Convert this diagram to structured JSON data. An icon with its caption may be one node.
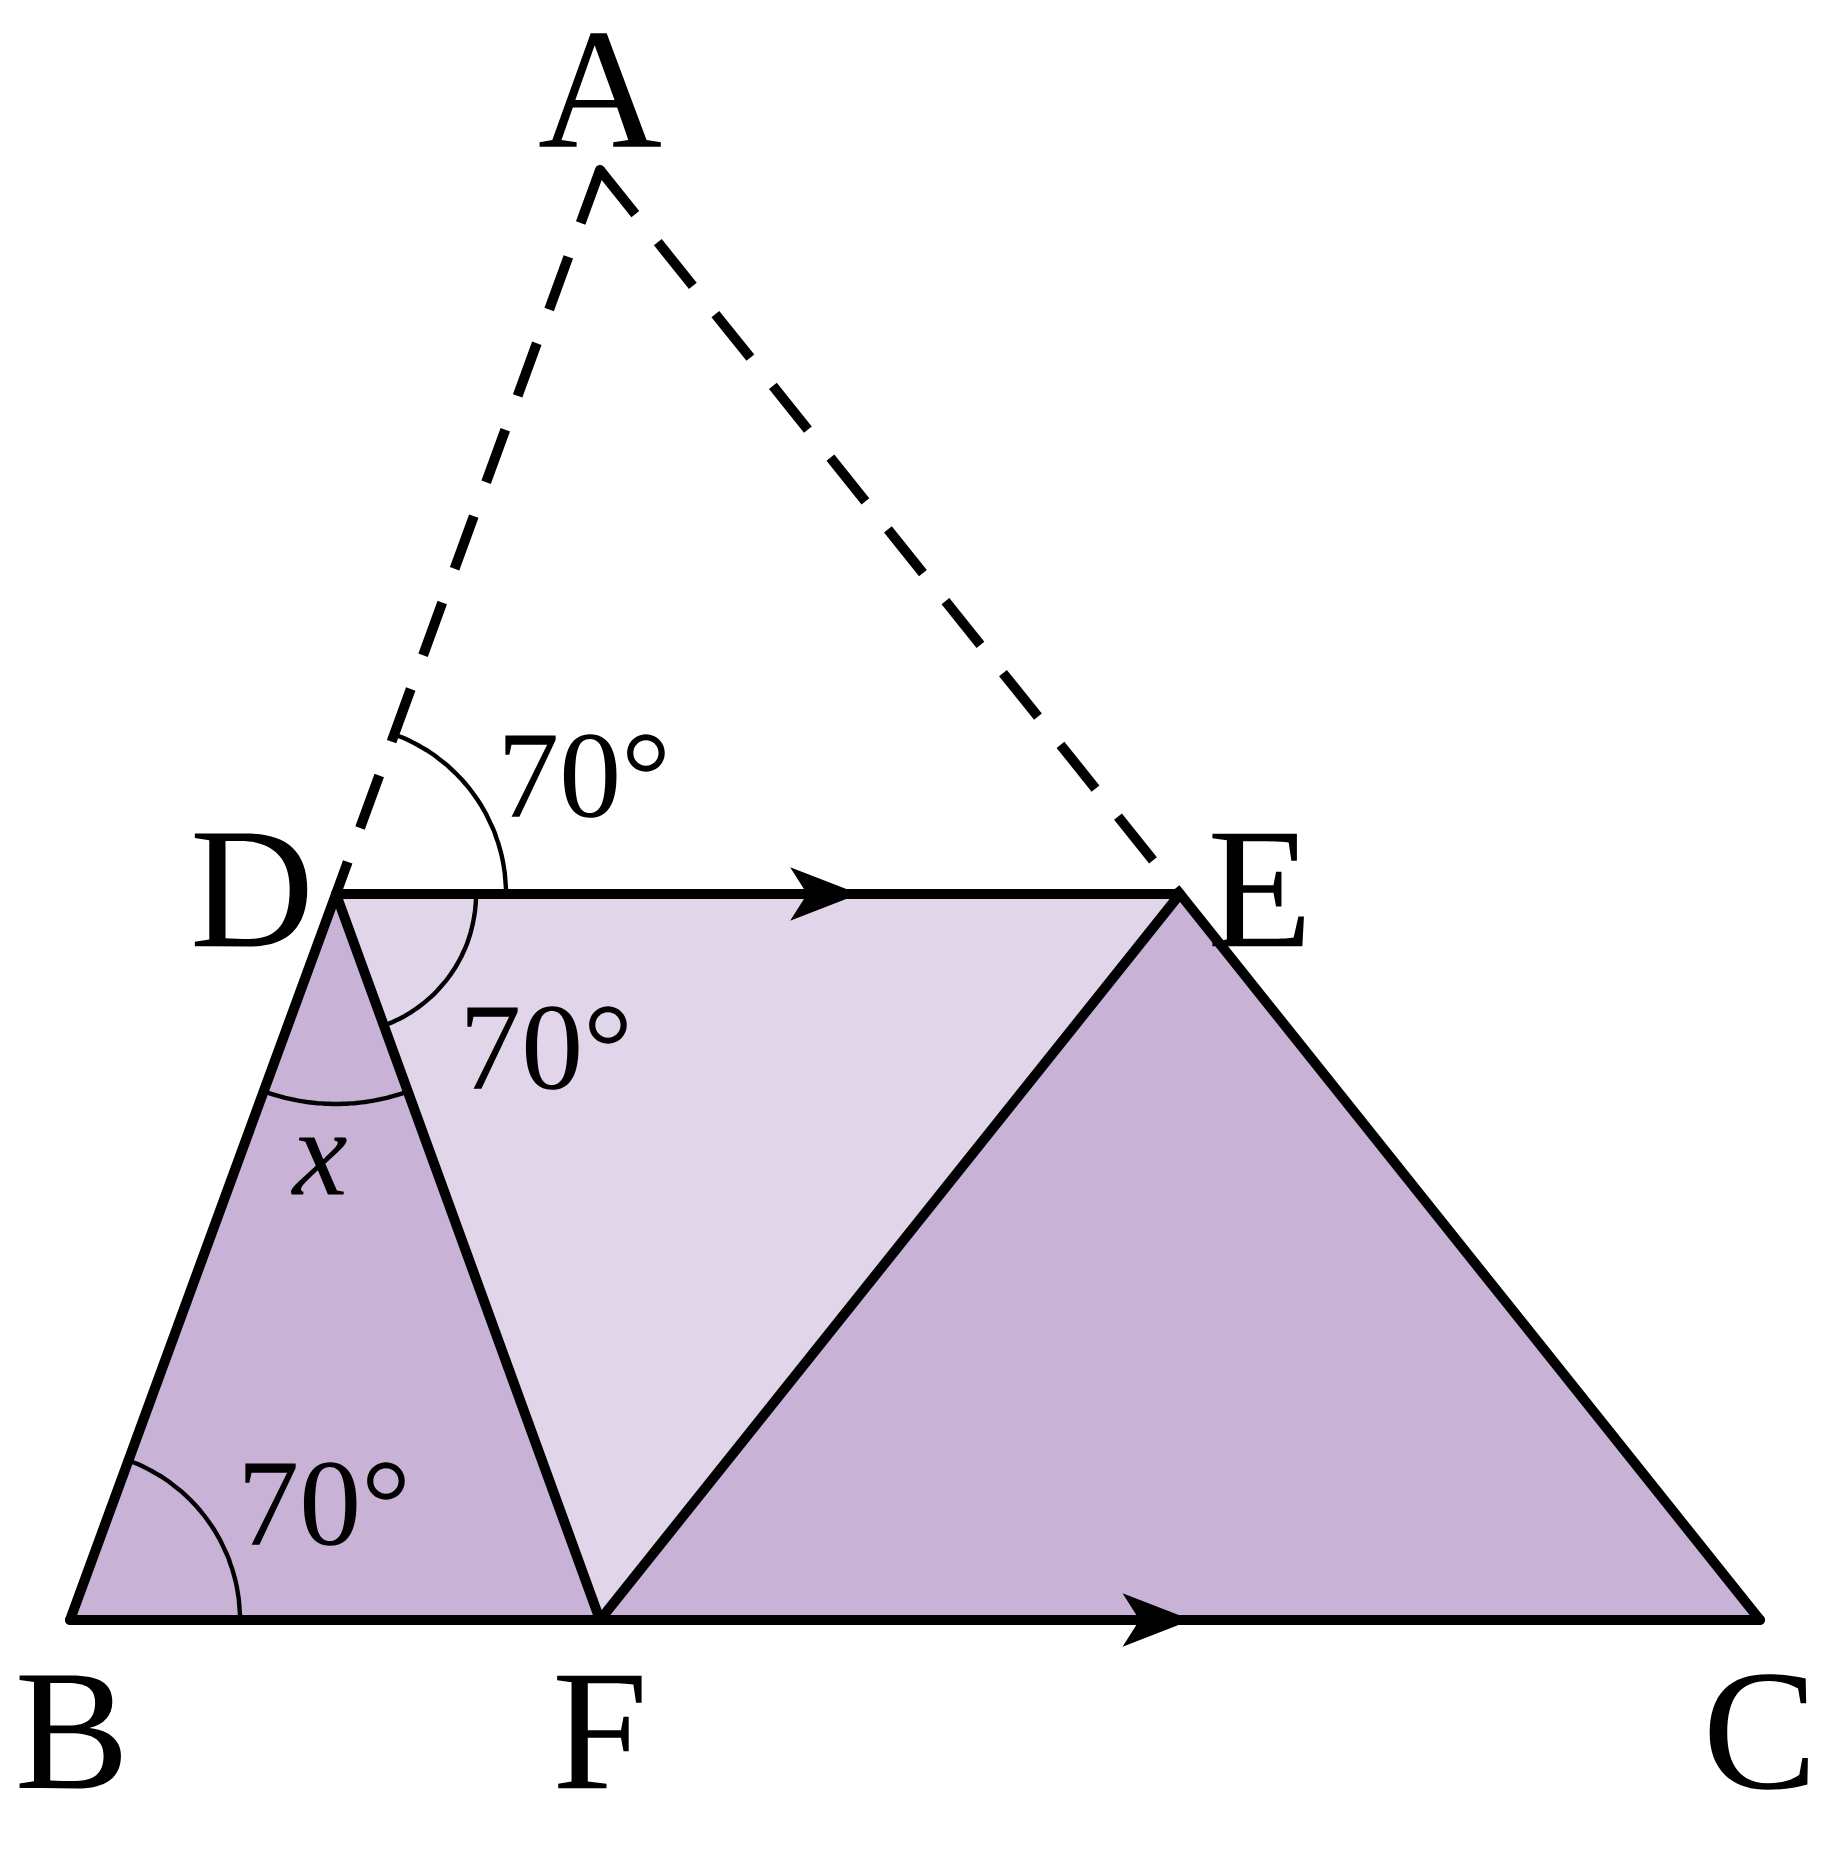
{
  "diagram": {
    "nodes": [
      {
        "text": [
          "A"
        ]
      },
      {
        "text": [
          "D"
        ]
      },
      {
        "text": [
          "E"
        ]
      },
      {
        "text": [
          "B"
        ]
      },
      {
        "text": [
          "F"
        ]
      },
      {
        "text": [
          "C"
        ]
      }
    ],
    "edges": [
      {
        "from": 0,
        "to": 1,
        "arrow": "none",
        "style": "dashed"
      },
      {
        "from": 0,
        "to": 2,
        "arrow": "none",
        "style": "dashed"
      },
      {
        "from": 1,
        "to": 2,
        "arrow": "to"
      },
      {
        "from": 1,
        "to": 3,
        "arrow": "none"
      },
      {
        "from": 1,
        "to": 4,
        "arrow": "none"
      },
      {
        "from": 4,
        "to": 2,
        "arrow": "none"
      },
      {
        "from": 2,
        "to": 5,
        "arrow": "none"
      },
      {
        "from": 3,
        "to": 4,
        "arrow": "none"
      },
      {
        "from": 4,
        "to": 5,
        "arrow": "to"
      }
    ],
    "labels": [
      "70°",
      "70°",
      "x",
      "70°"
    ]
  }
}
